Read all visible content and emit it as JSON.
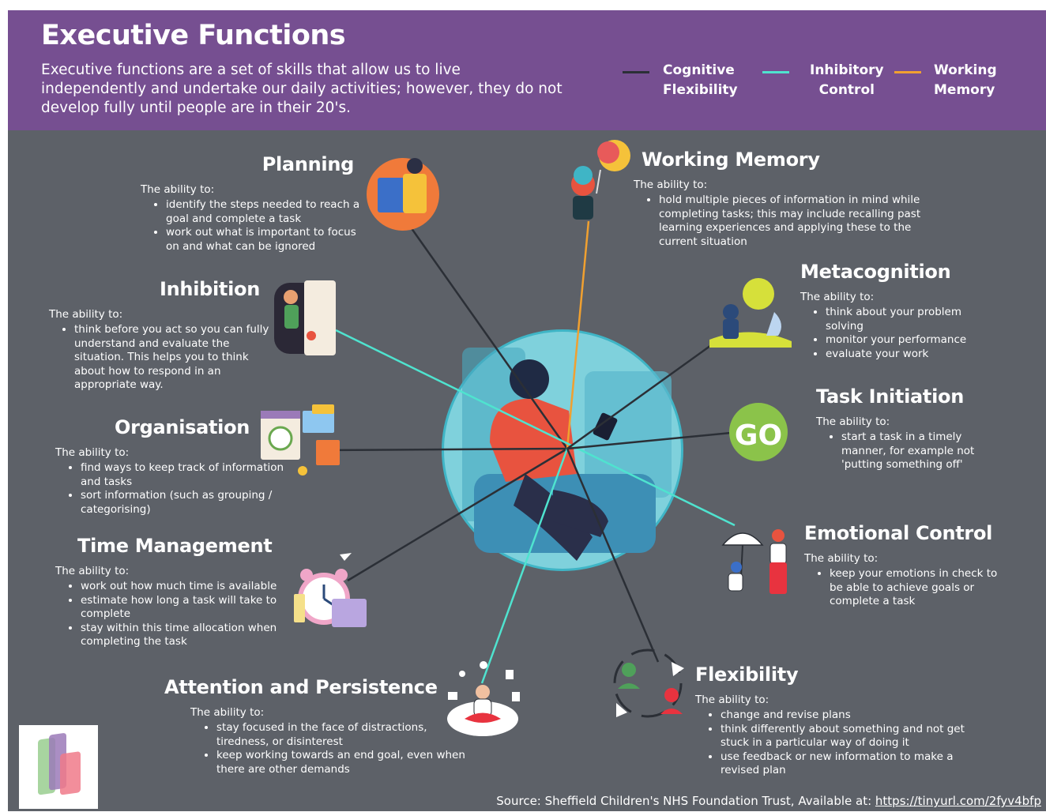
{
  "header": {
    "title": "Executive Functions",
    "subtitle": "Executive functions are a set of skills that allow us to live independently and undertake our daily activities; however, they do not develop fully until people are in their 20's."
  },
  "legend": [
    {
      "label_line1": "Cognitive",
      "label_line2": "Flexibility",
      "color": "#2b2f36"
    },
    {
      "label_line1": "Inhibitory",
      "label_line2": "Control",
      "color": "#4fe3cf"
    },
    {
      "label_line1": "Working",
      "label_line2": "Memory",
      "color": "#f0a030"
    }
  ],
  "sections": {
    "planning": {
      "title": "Planning",
      "intro": "The ability to:",
      "points": [
        "identify the steps needed to reach a goal and complete a task",
        "work out what is important to focus on and what can be ignored"
      ]
    },
    "working_memory": {
      "title": "Working Memory",
      "intro": "The ability to:",
      "points": [
        "hold multiple pieces of information in mind while completing tasks; this may include recalling past learning experiences and applying these to the current situation"
      ]
    },
    "inhibition": {
      "title": "Inhibition",
      "intro": "The ability to:",
      "points": [
        "think before you act so you can fully understand and evaluate the situation.  This helps you to think about how to respond in an appropriate way."
      ]
    },
    "metacognition": {
      "title": "Metacognition",
      "intro": "The ability to:",
      "points": [
        "think about your problem solving",
        "monitor your performance",
        "evaluate your work"
      ]
    },
    "organisation": {
      "title": "Organisation",
      "intro": "The ability to:",
      "points": [
        "find ways to keep track of information and tasks",
        "sort information (such as grouping / categorising)"
      ]
    },
    "task_initiation": {
      "title": "Task Initiation",
      "intro": "The ability to:",
      "points": [
        "start a task in a timely manner, for example not 'putting something off'"
      ]
    },
    "time_management": {
      "title": "Time Management",
      "intro": "The ability to:",
      "points": [
        "work out how much time is available",
        "estimate how long a task will take to complete",
        "stay within this time allocation when completing the task"
      ]
    },
    "emotional_control": {
      "title": "Emotional Control",
      "intro": "The ability to:",
      "points": [
        "keep your emotions in check to be able to achieve goals or complete a task"
      ]
    },
    "attention": {
      "title": "Attention and Persistence",
      "intro": "The ability to:",
      "points": [
        "stay focused in the face of distractions, tiredness, or disinterest",
        "keep working towards an end goal, even when there are other demands"
      ]
    },
    "flexibility": {
      "title": "Flexibility",
      "intro": "The ability to:",
      "points": [
        "change and revise plans",
        "think differently about something and not get stuck in a particular way of doing it",
        "use feedback or new information to make a revised plan"
      ]
    }
  },
  "go_icon_text": "GO",
  "source": {
    "text": "Source: Sheffield Children's NHS Foundation Trust, Available at: ",
    "link": "https://tinyurl.com/2fyv4bfp"
  },
  "icons": [
    "planning-icon",
    "working-memory-icon",
    "inhibition-icon",
    "metacognition-icon",
    "organisation-icon",
    "go-icon",
    "alarm-clock-icon",
    "emotional-control-icon",
    "meditation-icon",
    "flexibility-icon",
    "central-person-illustration",
    "logo-icon"
  ]
}
